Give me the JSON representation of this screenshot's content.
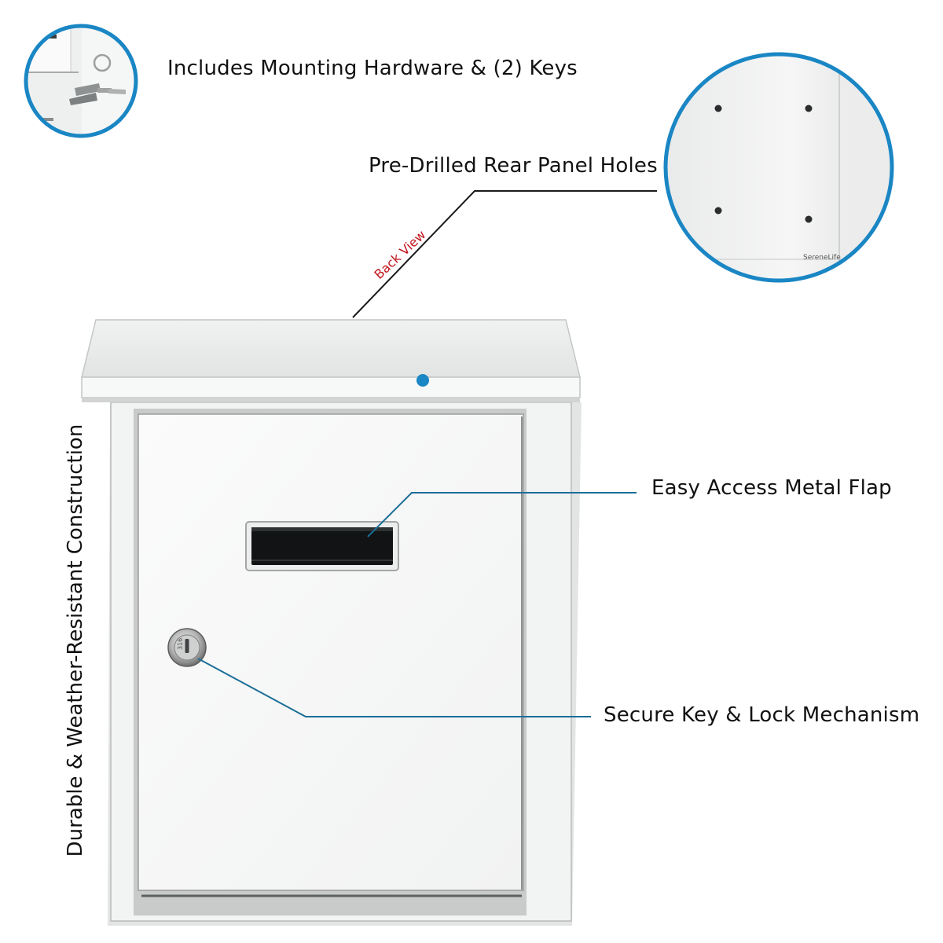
{
  "callouts": {
    "keys": "Includes Mounting Hardware & (2) Keys",
    "holes": "Pre-Drilled Rear Panel Holes",
    "back_view": "Back View",
    "flap": "Easy Access Metal Flap",
    "lock": "Secure Key & Lock Mechanism",
    "construction": "Durable & Weather-Resistant Construction"
  },
  "brand_mark": "SereneLife",
  "colors": {
    "accent_blue": "#1a86c4",
    "callout_red": "#c0141b",
    "mailbox_white": "#f4f5f4"
  }
}
